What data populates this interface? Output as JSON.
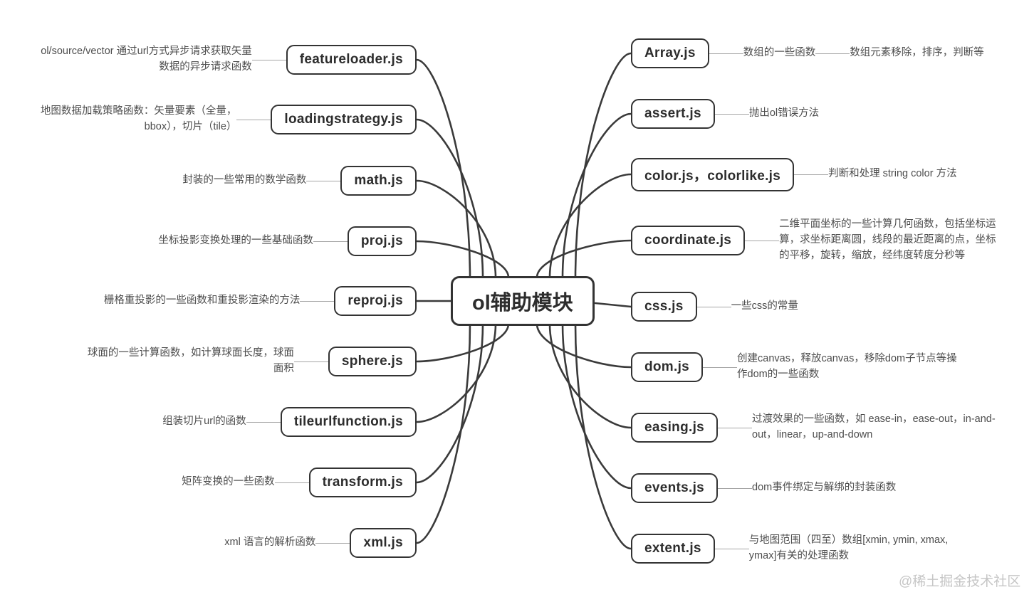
{
  "center": {
    "label": "ol辅助模块"
  },
  "watermark": "@稀土掘金技术社区",
  "colors": {
    "node_border": "#333333",
    "curve": "#3a3a3a",
    "thin_line": "#a6a6a6",
    "desc_text": "#4d4d4d",
    "node_text": "#2d2d2d",
    "watermark_text": "#c6c6c6",
    "background": "#ffffff"
  },
  "left_nodes": [
    {
      "label": "featureloader.js",
      "desc": "ol/source/vector 通过url方式异步请求获取矢量数据的异步请求函数"
    },
    {
      "label": "loadingstrategy.js",
      "desc": "地图数据加载策略函数：矢量要素（全量，bbox），切片（tile）"
    },
    {
      "label": "math.js",
      "desc": "封装的一些常用的数学函数"
    },
    {
      "label": "proj.js",
      "desc": "坐标投影变换处理的一些基础函数"
    },
    {
      "label": "reproj.js",
      "desc": "栅格重投影的一些函数和重投影渲染的方法"
    },
    {
      "label": "sphere.js",
      "desc": "球面的一些计算函数，如计算球面长度，球面面积"
    },
    {
      "label": "tileurlfunction.js",
      "desc": "组装切片url的函数"
    },
    {
      "label": "transform.js",
      "desc": "矩阵变换的一些函数"
    },
    {
      "label": "xml.js",
      "desc": "xml 语言的解析函数"
    }
  ],
  "right_nodes": [
    {
      "label": "Array.js",
      "desc": "数组的一些函数",
      "desc2": "数组元素移除，排序，判断等"
    },
    {
      "label": "assert.js",
      "desc": "抛出ol错误方法"
    },
    {
      "label": "color.js，colorlike.js",
      "desc": "判断和处理 string color 方法"
    },
    {
      "label": "coordinate.js",
      "desc": "二维平面坐标的一些计算几何函数，包括坐标运算，求坐标距离圆，线段的最近距离的点，坐标的平移，旋转，缩放，经纬度转度分秒等"
    },
    {
      "label": "css.js",
      "desc": "一些css的常量"
    },
    {
      "label": "dom.js",
      "desc": "创建canvas，释放canvas，移除dom子节点等操作dom的一些函数"
    },
    {
      "label": "easing.js",
      "desc": "过渡效果的一些函数，如 ease-in，ease-out，in-and-out，linear，up-and-down"
    },
    {
      "label": "events.js",
      "desc": "dom事件绑定与解绑的封装函数"
    },
    {
      "label": "extent.js",
      "desc": "与地图范围（四至）数组[xmin, ymin, xmax, ymax]有关的处理函数"
    }
  ]
}
